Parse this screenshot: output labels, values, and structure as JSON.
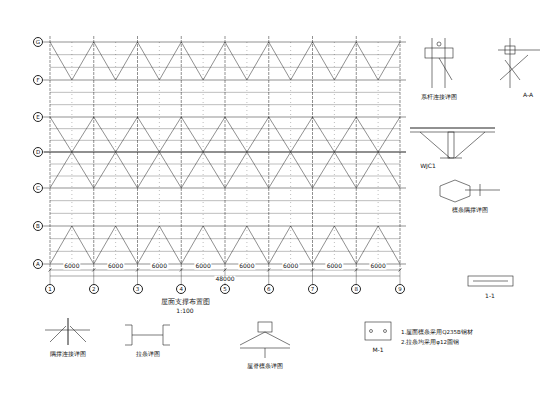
{
  "diagram": {
    "title": "屋面支撑布置图",
    "nodes": [
      {
        "text": [
          "G"
        ]
      },
      {
        "text": [
          "F"
        ]
      },
      {
        "text": [
          "E"
        ]
      },
      {
        "text": [
          "D"
        ]
      },
      {
        "text": [
          "C"
        ]
      },
      {
        "text": [
          "B"
        ]
      },
      {
        "text": [
          "A"
        ]
      },
      {
        "text": [
          "1"
        ]
      },
      {
        "text": [
          "2"
        ]
      },
      {
        "text": [
          "3"
        ]
      },
      {
        "text": [
          "4"
        ]
      },
      {
        "text": [
          "5"
        ]
      },
      {
        "text": [
          "6"
        ]
      },
      {
        "text": [
          "7"
        ]
      },
      {
        "text": [
          "8"
        ]
      },
      {
        "text": [
          "9"
        ]
      }
    ],
    "labels": [
      "1:100",
      "A-A",
      "WJC1",
      "檩条隅撑详图",
      "1-1",
      "隅撑连接详图",
      "拉条详图",
      "屋脊檩条详图",
      "M-1",
      "1.屋面檩条采用Q235B钢材",
      "2.拉条均采用φ12圆钢",
      "系杆连接详图",
      "6000",
      "6000",
      "6000",
      "6000",
      "6000",
      "6000",
      "6000",
      "6000",
      "48000"
    ]
  }
}
